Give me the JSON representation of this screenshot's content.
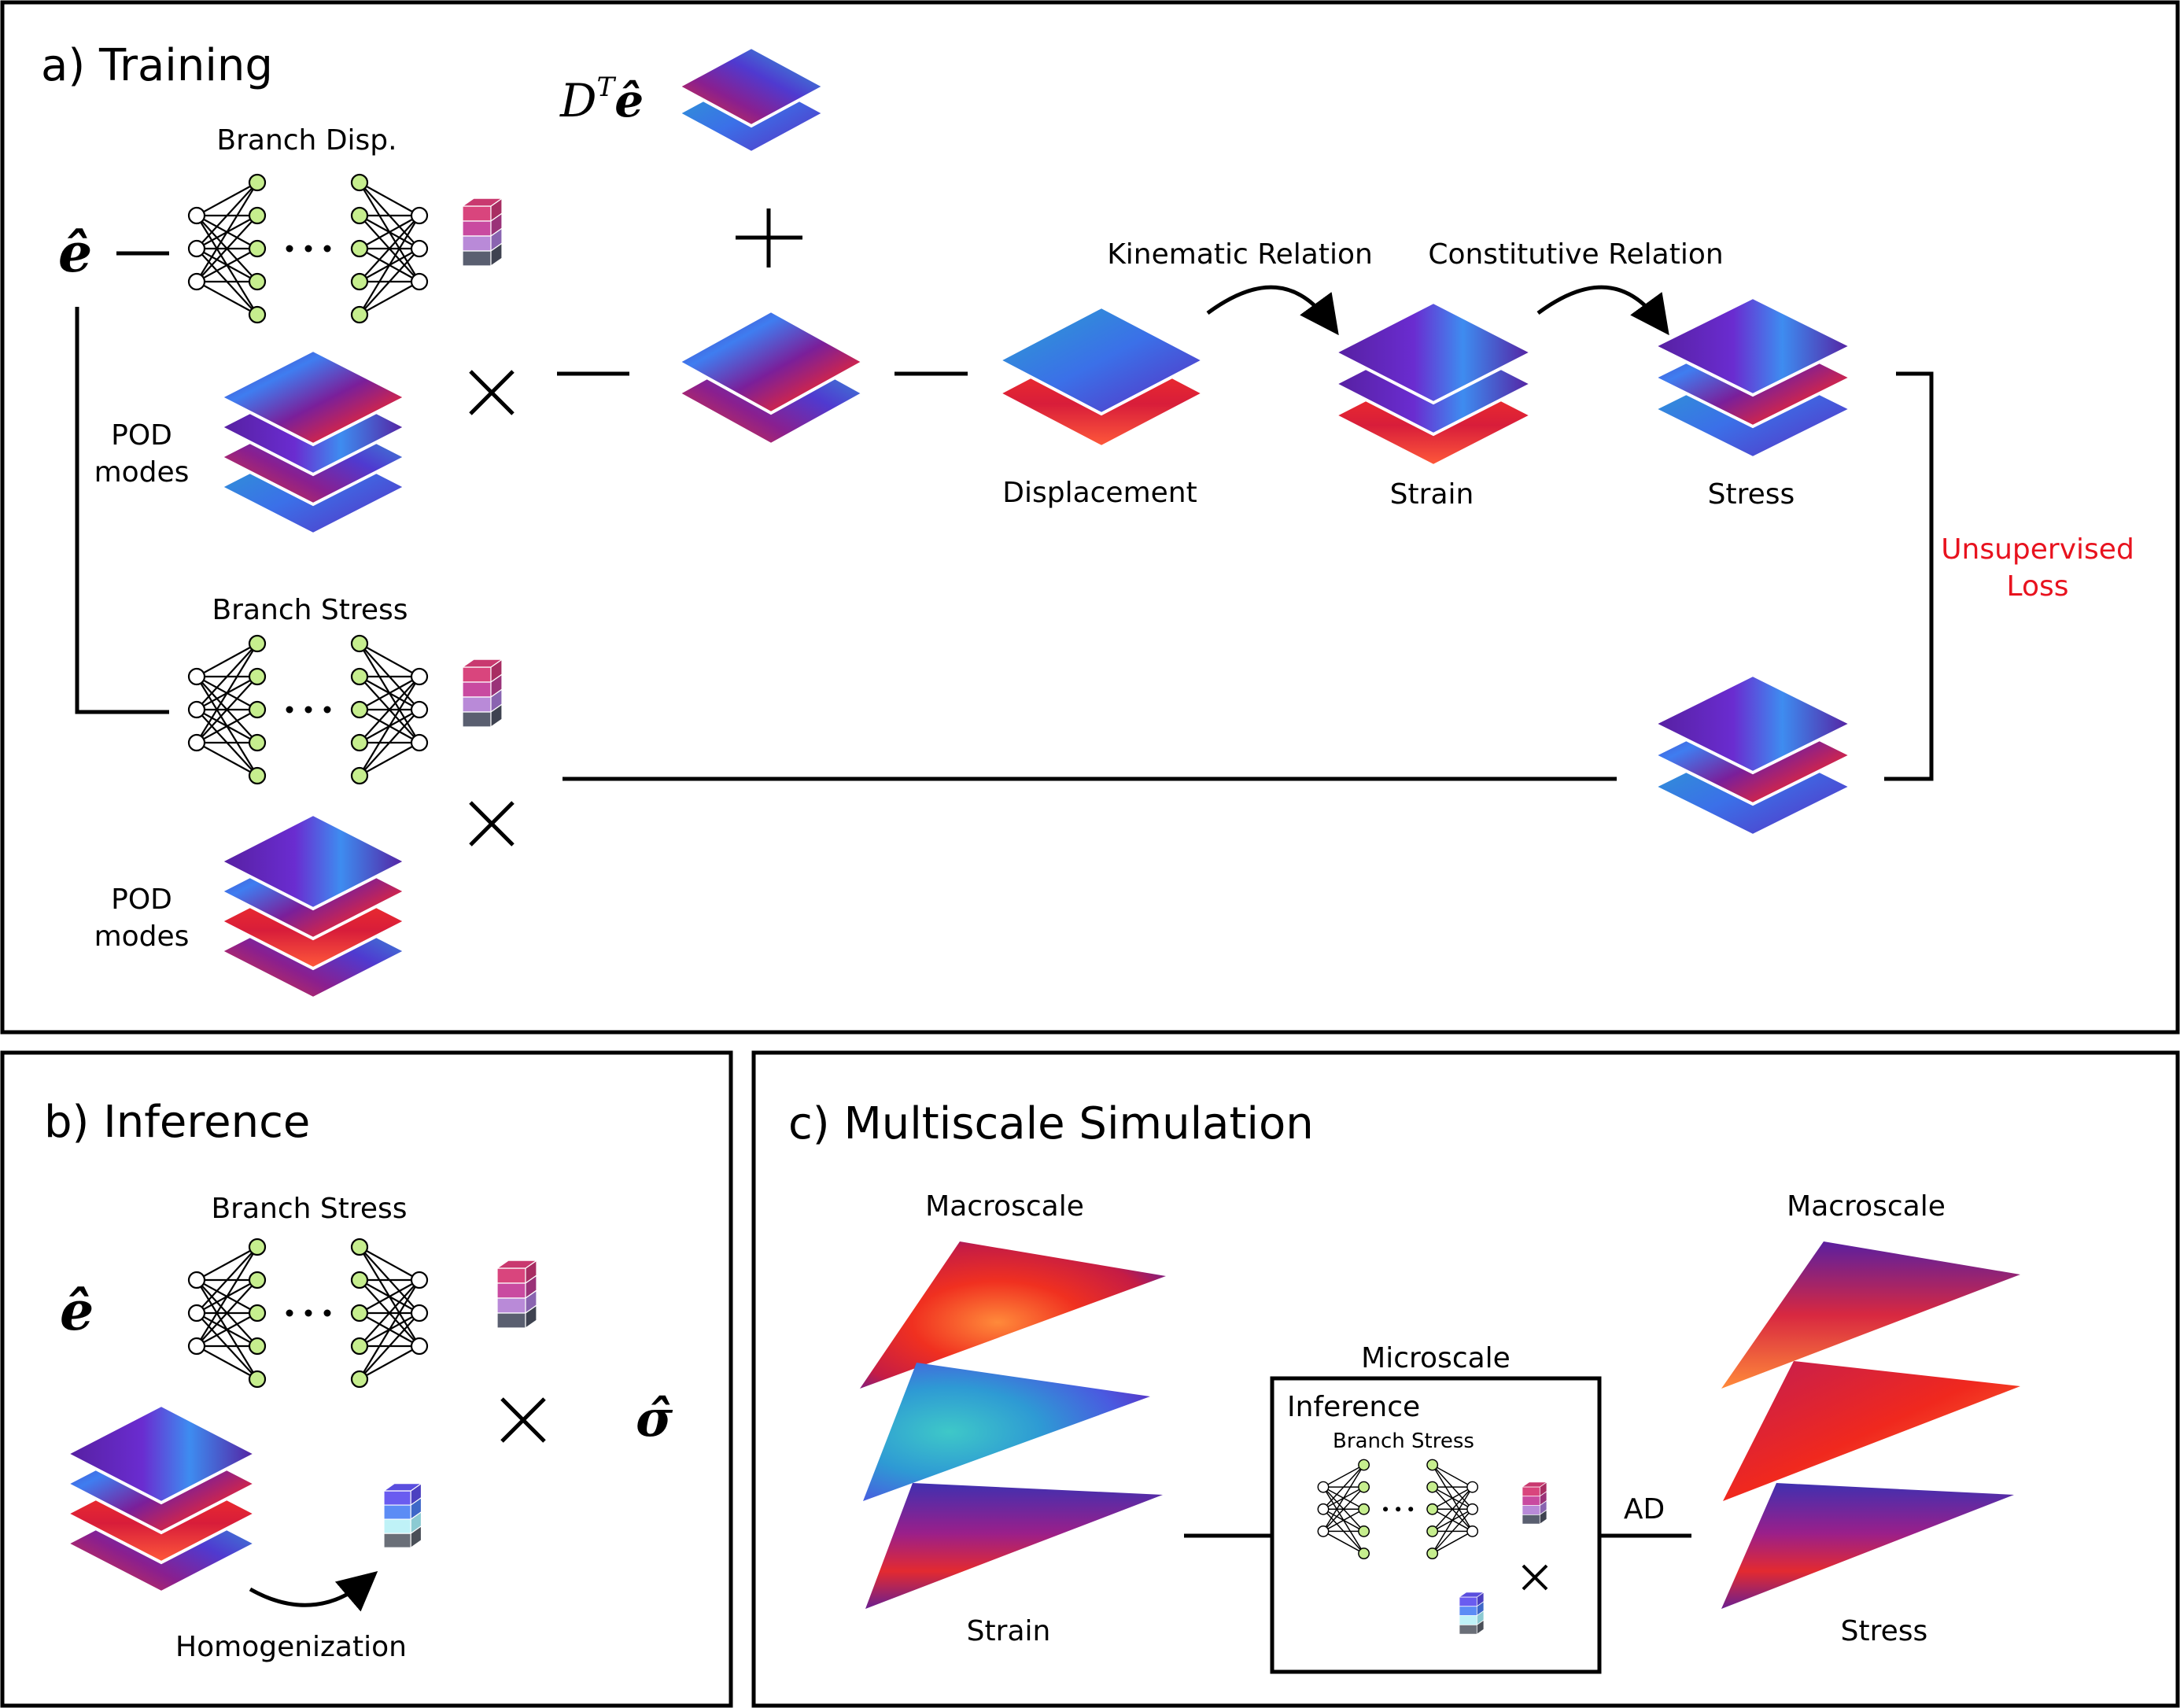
{
  "panels": {
    "training": {
      "title": "a) Training"
    },
    "inference": {
      "title": "b) Inference"
    },
    "multiscale": {
      "title": "c) Multiscale Simulation"
    }
  },
  "training": {
    "input_symbol": "ê",
    "dte_prefix": "D",
    "dte_sup": "T",
    "dte_sym": "ê",
    "branch_disp": "Branch Disp.",
    "branch_stress": "Branch Stress",
    "pod_modes_1": [
      "POD",
      "modes"
    ],
    "pod_modes_2": [
      "POD",
      "modes"
    ],
    "kinematic": "Kinematic Relation",
    "constitutive": "Constitutive Relation",
    "displacement": "Displacement",
    "strain": "Strain",
    "stress": "Stress",
    "loss": [
      "Unsupervised",
      "Loss"
    ]
  },
  "inference": {
    "branch_stress": "Branch Stress",
    "input_symbol": "ê",
    "output_symbol": "σ̂",
    "homogenization": "Homogenization"
  },
  "multiscale": {
    "macroscale_left": "Macroscale",
    "macroscale_right": "Macroscale",
    "microscale": "Microscale",
    "inference": "Inference",
    "branch_stress": "Branch Stress",
    "ad": "AD",
    "strain": "Strain",
    "stress": "Stress"
  },
  "colors": {
    "node_fill": "#c6ee8e",
    "field_red": "#ee2a2a",
    "field_purple": "#5a1fa0",
    "field_blue": "#3a6ff0",
    "field_cyan": "#28b6d0",
    "loss_red": "#e8121e"
  }
}
